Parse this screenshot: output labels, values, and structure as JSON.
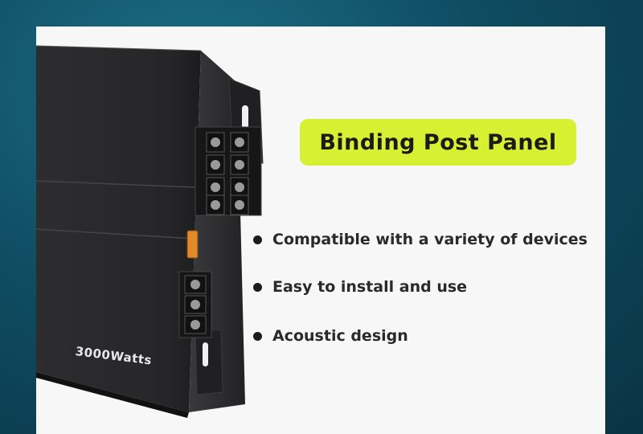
{
  "product": {
    "wattage_label": "3000Watts"
  },
  "panel": {
    "title": "Binding Post Panel"
  },
  "features": [
    {
      "text": "Compatible with a variety of devices"
    },
    {
      "text": "Easy to install and use"
    },
    {
      "text": "Acoustic design"
    }
  ],
  "colors": {
    "background": "#0f4d63",
    "card": "#f7f7f7",
    "title_highlight": "#d7f032",
    "amplifier_body": "#2b2b2d",
    "fuse": "#e08a2c"
  },
  "icons": [
    "bullet-icon"
  ]
}
